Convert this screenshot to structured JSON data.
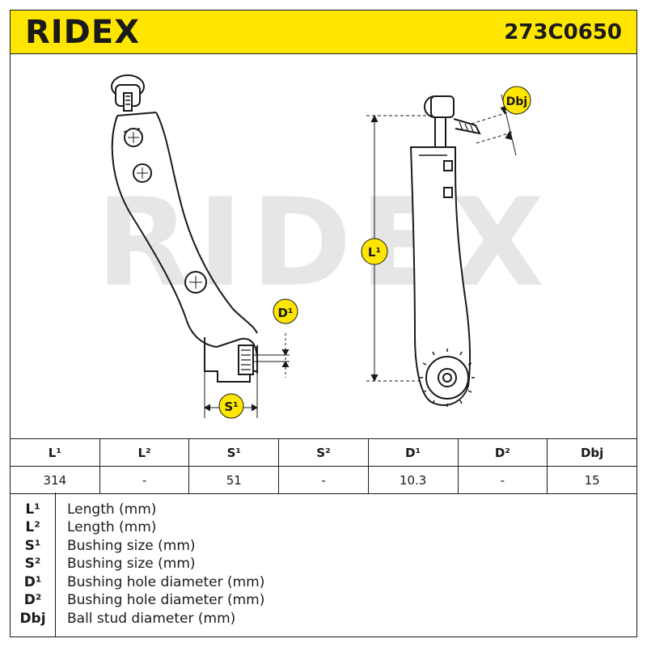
{
  "header": {
    "brand": "RIDEX",
    "part_number": "273C0650",
    "accent_color": "#ffe600"
  },
  "drawing": {
    "watermark": "RIDEX",
    "callouts": {
      "d1": "D¹",
      "s1": "S¹",
      "l1": "L¹",
      "dbj": "Dbj"
    },
    "icons": [
      "control-arm-side-view",
      "control-arm-front-view"
    ]
  },
  "spec_table": {
    "headers": [
      "L¹",
      "L²",
      "S¹",
      "S²",
      "D¹",
      "D²",
      "Dbj"
    ],
    "values": [
      "314",
      "-",
      "51",
      "-",
      "10.3",
      "-",
      "15"
    ]
  },
  "legend": [
    {
      "symbol": "L¹",
      "description": "Length (mm)"
    },
    {
      "symbol": "L²",
      "description": "Length (mm)"
    },
    {
      "symbol": "S¹",
      "description": "Bushing size (mm)"
    },
    {
      "symbol": "S²",
      "description": "Bushing size (mm)"
    },
    {
      "symbol": "D¹",
      "description": "Bushing hole diameter (mm)"
    },
    {
      "symbol": "D²",
      "description": "Bushing hole diameter (mm)"
    },
    {
      "symbol": "Dbj",
      "description": "Ball stud diameter (mm)"
    }
  ]
}
